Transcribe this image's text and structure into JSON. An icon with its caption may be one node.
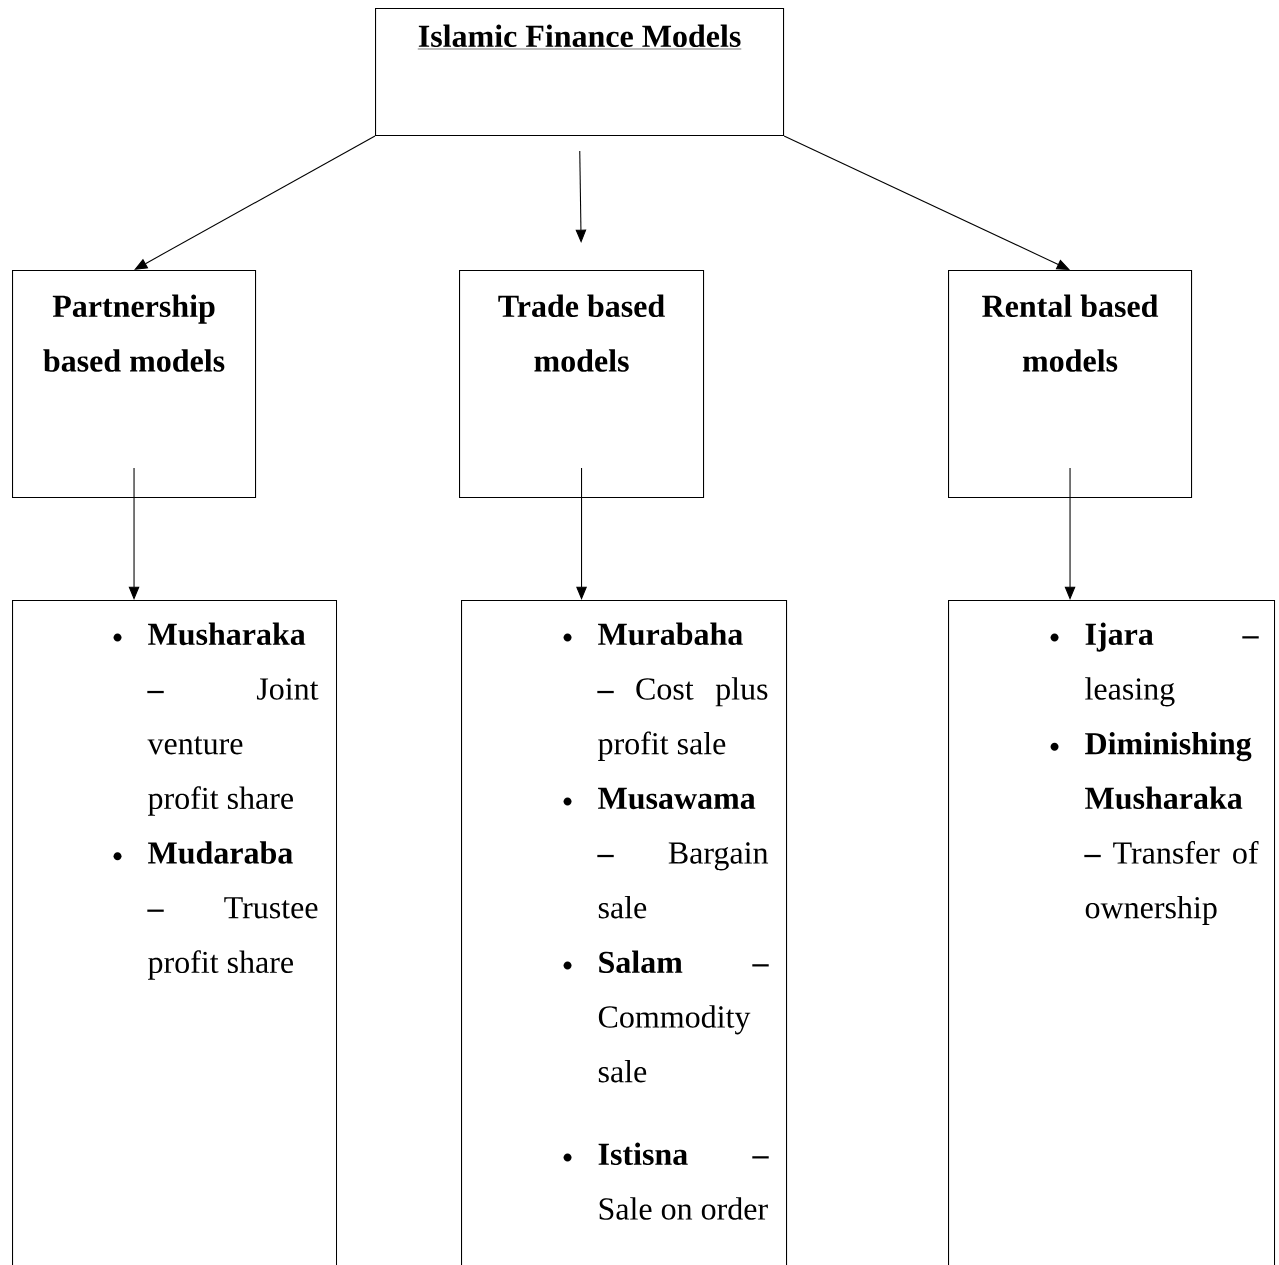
{
  "diagram": {
    "nodes": [
      {
        "text": [
          "Islamic Finance Models"
        ]
      },
      {
        "text": [
          "Partnership based models"
        ]
      },
      {
        "text": [
          "Trade based models"
        ]
      },
      {
        "text": [
          "Rental based models"
        ]
      },
      {
        "text": [
          "**Musharaka –** Joint venture profit share",
          "**Mudaraba –** Trustee profit share"
        ]
      },
      {
        "text": [
          "**Murabaha –** Cost plus profit sale",
          "**Musawama –** Bargain sale",
          "**Salam –** Commodity sale",
          "**Istisna –** Sale on order"
        ]
      },
      {
        "text": [
          "**Ijara –** leasing",
          "**Diminishing Musharaka –** Transfer of ownership"
        ]
      }
    ],
    "edges": [
      {
        "from": 0,
        "to": 1,
        "arrow": "to"
      },
      {
        "from": 0,
        "to": 2,
        "arrow": "to"
      },
      {
        "from": 0,
        "to": 3,
        "arrow": "to"
      },
      {
        "from": 1,
        "to": 4,
        "arrow": "to"
      },
      {
        "from": 2,
        "to": 5,
        "arrow": "to"
      },
      {
        "from": 3,
        "to": 6,
        "arrow": "to"
      }
    ]
  }
}
